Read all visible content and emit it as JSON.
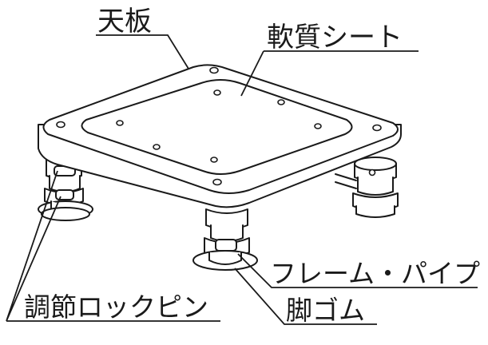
{
  "labels": {
    "top_board": "天板",
    "soft_sheet": "軟質シート",
    "frame_pipe": "フレーム・パイプ",
    "adjust_lock_pin": "調節ロックピン",
    "rubber_foot": "脚ゴム"
  }
}
